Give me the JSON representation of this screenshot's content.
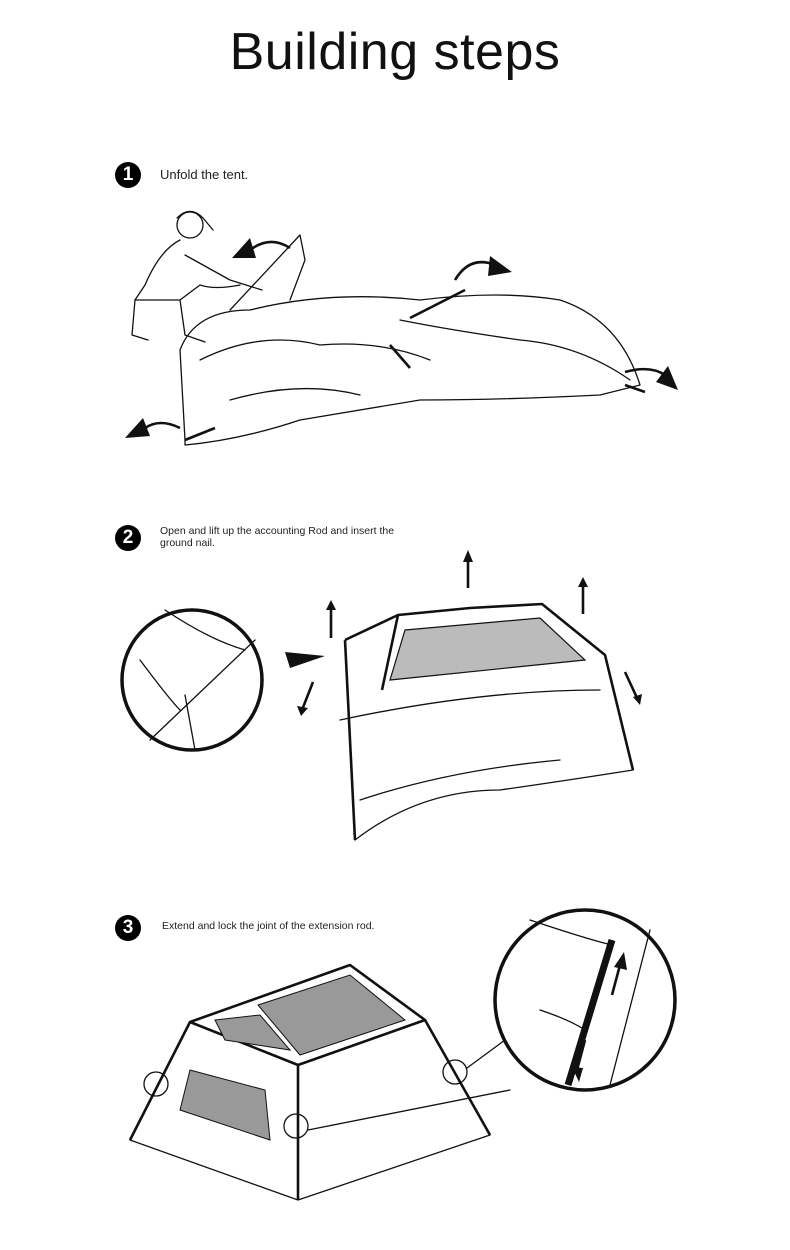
{
  "title": "Building steps",
  "steps": [
    {
      "number": "1",
      "text": "Unfold the tent."
    },
    {
      "number": "2",
      "text_line1": "Open and lift up the accounting Rod and insert the",
      "text_line2": "ground nail."
    },
    {
      "number": "3",
      "text": "Extend and lock the joint of the extension rod."
    }
  ]
}
